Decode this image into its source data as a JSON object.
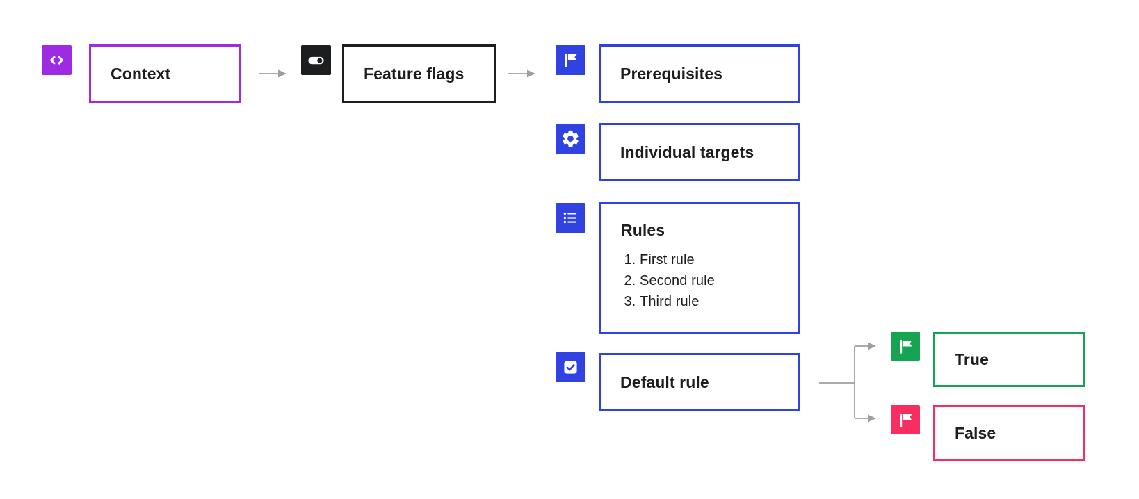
{
  "colors": {
    "purple": "#9C2BE3",
    "ink": "#1D1E20",
    "blue": "#3142E3",
    "green": "#14A452",
    "pink": "#F82E60",
    "gray": "#9BA0A4",
    "text": "#1B1D1F",
    "canvas": "#ffffff"
  },
  "diagram": {
    "context": {
      "label": "Context",
      "icon": "code-icon"
    },
    "feature_flags": {
      "label": "Feature flags",
      "icon": "toggle-icon"
    },
    "prerequisites": {
      "label": "Prerequisites",
      "icon": "flag-icon"
    },
    "individual_targets": {
      "label": "Individual targets",
      "icon": "gear-icon"
    },
    "rules": {
      "label": "Rules",
      "icon": "ordered-list-icon",
      "items": [
        "First rule",
        "Second rule",
        "Third rule"
      ]
    },
    "default_rule": {
      "label": "Default rule",
      "icon": "checkbox-icon"
    },
    "outcome_true": {
      "label": "True",
      "icon": "flag-icon"
    },
    "outcome_false": {
      "label": "False",
      "icon": "flag-icon"
    }
  }
}
